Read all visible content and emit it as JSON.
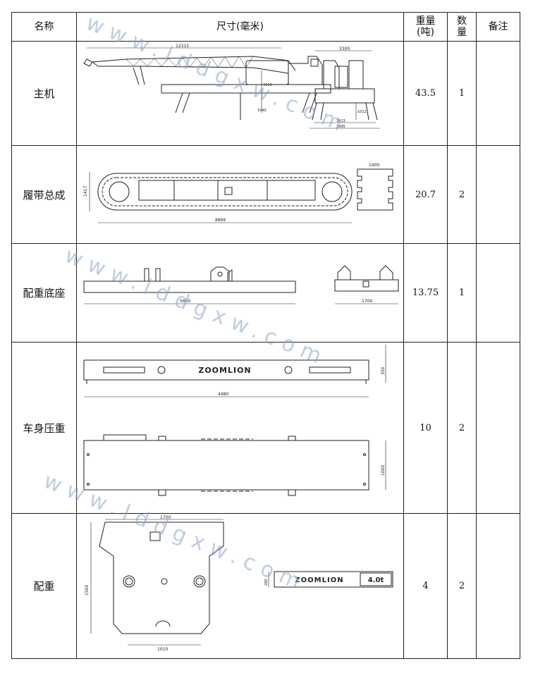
{
  "headers": {
    "name": "名称",
    "size": "尺寸(毫米)",
    "weight_l1": "重量",
    "weight_l2": "(吨)",
    "qty_l1": "数",
    "qty_l2": "量",
    "remark": "备注"
  },
  "rows": [
    {
      "name": "主机",
      "weight": "43.5",
      "qty": "1",
      "dims": {
        "length": "12315",
        "width": "3300",
        "height": "3150",
        "track_gauge": "3413",
        "track_width": "3995",
        "dim_a": "1012",
        "dim_b": "1040"
      }
    },
    {
      "name": "履带总成",
      "weight": "20.7",
      "qty": "2",
      "dims": {
        "length": "8866",
        "height": "1417",
        "shoe_width": "1400"
      }
    },
    {
      "name": "配重底座",
      "weight": "13.75",
      "qty": "1",
      "dims": {
        "length": "5600",
        "width": "1700"
      }
    },
    {
      "name": "车身压重",
      "weight": "10",
      "qty": "2",
      "dims": {
        "length": "4480",
        "height": "350",
        "width": "1000"
      },
      "brand": "ZOOMLION"
    },
    {
      "name": "配重",
      "weight": "4",
      "qty": "2",
      "dims": {
        "top": "1700",
        "height": "1500",
        "bottom": "1010",
        "thickness": "280"
      },
      "brand": "ZOOMLION",
      "tonnage": "4.0t"
    }
  ],
  "watermark": {
    "line1": "www.lddgxw.com",
    "line2": "www.lddgxw.com",
    "line3": "www.lddgxw.com"
  }
}
